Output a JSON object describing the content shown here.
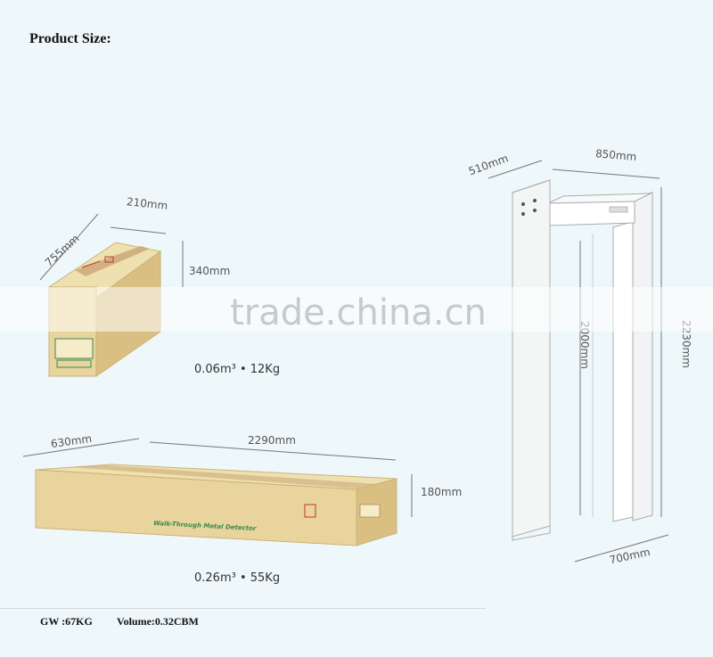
{
  "header": {
    "title": "Product Size:"
  },
  "small_box": {
    "dims": {
      "depth": "755mm",
      "width": "210mm",
      "height": "340mm"
    },
    "spec": "0.06m³ • 12Kg"
  },
  "long_box": {
    "dims": {
      "depth": "630mm",
      "length": "2290mm",
      "height": "180mm"
    },
    "spec": "0.26m³ • 55Kg",
    "print_text": "Walk-Through Metal Detector"
  },
  "detector": {
    "dims": {
      "depth": "510mm",
      "width": "850mm",
      "base": "700mm",
      "inner_height": "2000mm",
      "outer_height": "2230mm"
    }
  },
  "watermark": "trade.china.cn",
  "footer": {
    "gw": "GW :67KG",
    "volume": "Volume:0.32CBM"
  },
  "colors": {
    "box_front": "#e8d49c",
    "box_top": "#efe0b0",
    "box_side": "#d9bf82",
    "tape": "#c9a575",
    "accent_green": "#3a8a4e"
  }
}
